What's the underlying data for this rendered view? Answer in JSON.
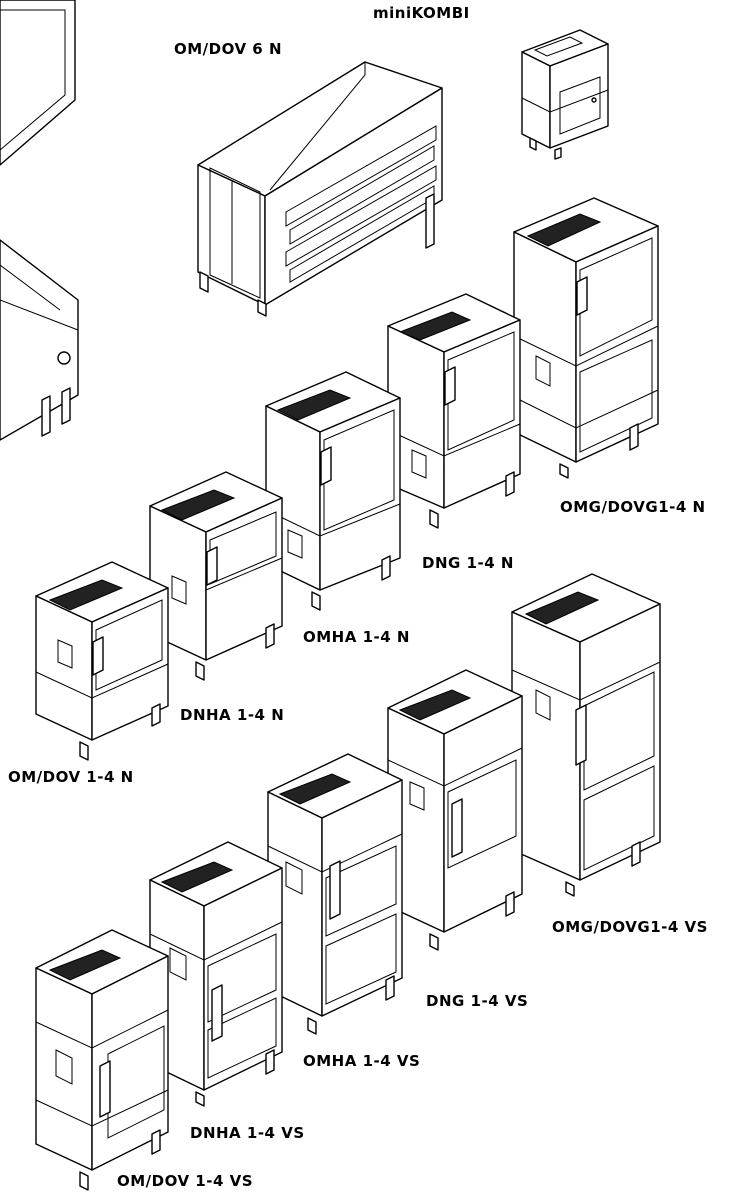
{
  "labels": {
    "minikombi": "miniKOMBI",
    "om_dov_6_n": "OM/DOV 6 N",
    "omg_dovg_1_4_n": "OMG/DOVG1-4 N",
    "dng_1_4_n": "DNG 1-4 N",
    "omha_1_4_n": "OMHA 1-4 N",
    "dnha_1_4_n": "DNHA 1-4 N",
    "om_dov_1_4_n": "OM/DOV 1-4 N",
    "omg_dovg_1_4_vs": "OMG/DOVG1-4 VS",
    "dng_1_4_vs": "DNG 1-4 VS",
    "omha_1_4_vs": "OMHA 1-4 VS",
    "dnha_1_4_vs": "DNHA 1-4 VS",
    "om_dov_1_4_vs": "OM/DOV 1-4 VS"
  }
}
